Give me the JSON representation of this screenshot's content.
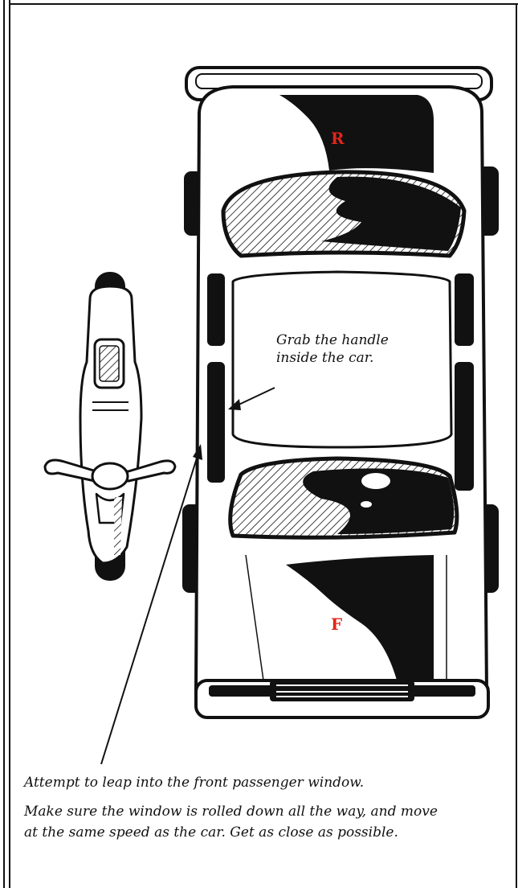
{
  "car": {
    "rear_label": "R",
    "front_label": "F"
  },
  "callout": {
    "line1": "Grab the handle",
    "line2": "inside the car."
  },
  "caption": {
    "line1": "Attempt to leap into the front passenger window.",
    "line2": "Make sure the window is rolled down all the way, and move",
    "line3": "at the same speed as the car. Get as close as possible."
  },
  "colors": {
    "label_red": "#e0261b",
    "ink": "#111111"
  }
}
